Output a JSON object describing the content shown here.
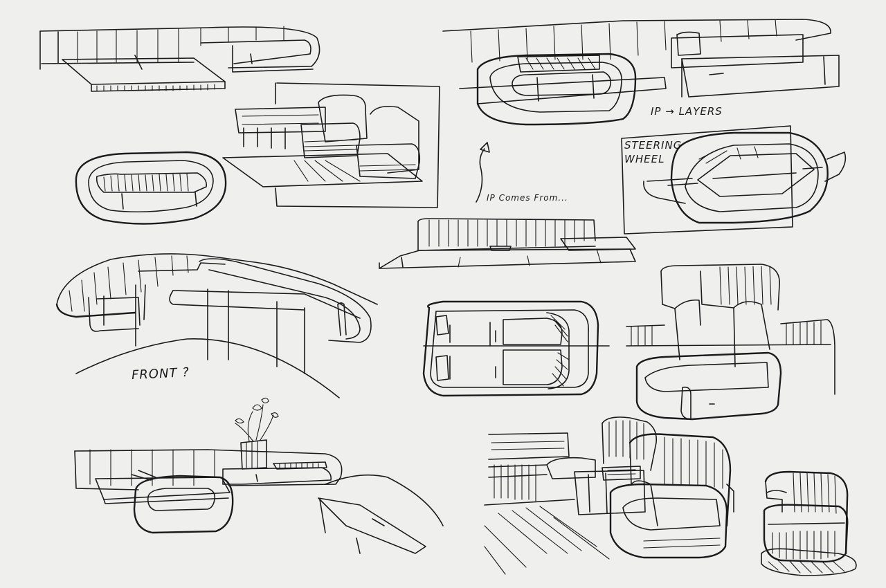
{
  "notes": {
    "front": "FRONT ?",
    "layers": "IP → LAYERS",
    "steering": "STEERING WHEEL",
    "ip_comes_from": "IP Comes From..."
  },
  "colors": {
    "paper": "#efefee",
    "ink": "#1b1b1b"
  }
}
